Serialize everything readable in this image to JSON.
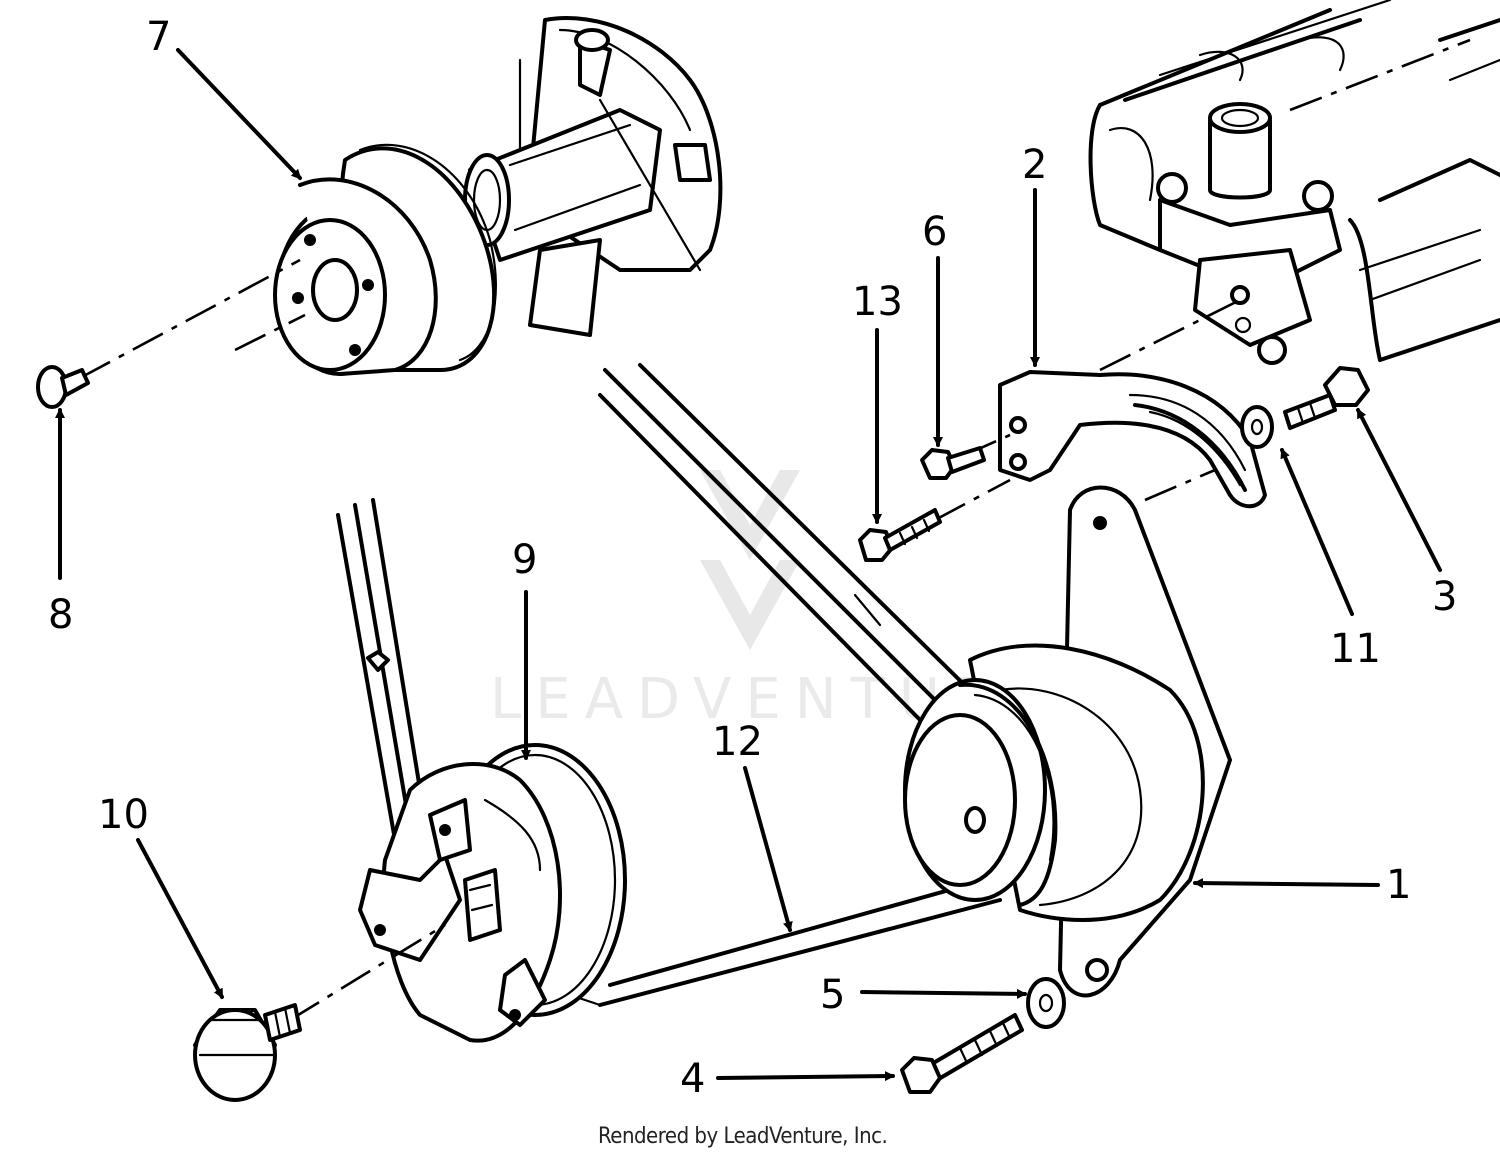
{
  "watermark": {
    "text": "LEADVENTURE",
    "logo": "leadventure-logo-icon"
  },
  "credit": "Rendered by LeadVenture, Inc.",
  "callouts": [
    "1",
    "2",
    "3",
    "4",
    "5",
    "6",
    "7",
    "8",
    "9",
    "10",
    "11",
    "12",
    "13"
  ]
}
